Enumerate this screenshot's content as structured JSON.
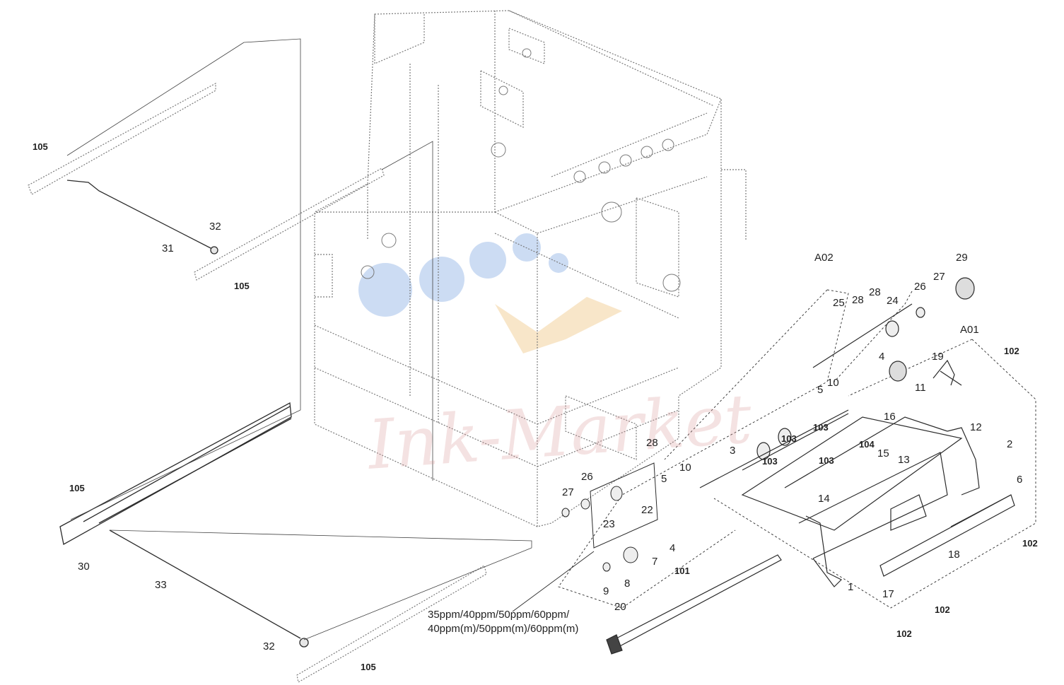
{
  "diagram": {
    "type": "exploded-parts-view",
    "line_color": "#2b2b2b",
    "frame_color": "#7a7a7a",
    "watermark": {
      "text": "Ink-Market",
      "text_color": "#d69696",
      "logo_colors": [
        "#8fb3e6",
        "#f0c98a"
      ]
    },
    "note": {
      "line1": "35ppm/40ppm/50ppm/60ppm/",
      "line2": "40ppm(m)/50ppm(m)/60ppm(m)"
    },
    "callouts": [
      {
        "id": "c105a",
        "text": "105",
        "bold": true
      },
      {
        "id": "c32a",
        "text": "32",
        "bold": false
      },
      {
        "id": "c31",
        "text": "31",
        "bold": false
      },
      {
        "id": "c105b",
        "text": "105",
        "bold": true
      },
      {
        "id": "c105c",
        "text": "105",
        "bold": true
      },
      {
        "id": "c30",
        "text": "30",
        "bold": false
      },
      {
        "id": "c33",
        "text": "33",
        "bold": false
      },
      {
        "id": "c32b",
        "text": "32",
        "bold": false
      },
      {
        "id": "c105d",
        "text": "105",
        "bold": true
      },
      {
        "id": "cA02",
        "text": "A02",
        "bold": false
      },
      {
        "id": "c25",
        "text": "25",
        "bold": false
      },
      {
        "id": "c28a",
        "text": "28",
        "bold": false
      },
      {
        "id": "c28b",
        "text": "28",
        "bold": false
      },
      {
        "id": "c24",
        "text": "24",
        "bold": false
      },
      {
        "id": "c26a",
        "text": "26",
        "bold": false
      },
      {
        "id": "c27a",
        "text": "27",
        "bold": false
      },
      {
        "id": "c29",
        "text": "29",
        "bold": false
      },
      {
        "id": "cA01",
        "text": "A01",
        "bold": false
      },
      {
        "id": "c102a",
        "text": "102",
        "bold": true
      },
      {
        "id": "c19",
        "text": "19",
        "bold": false
      },
      {
        "id": "c4a",
        "text": "4",
        "bold": false
      },
      {
        "id": "c11",
        "text": "11",
        "bold": false
      },
      {
        "id": "c5a",
        "text": "5",
        "bold": false
      },
      {
        "id": "c10a",
        "text": "10",
        "bold": false
      },
      {
        "id": "c16",
        "text": "16",
        "bold": false
      },
      {
        "id": "c103a",
        "text": "103",
        "bold": true
      },
      {
        "id": "c12",
        "text": "12",
        "bold": false
      },
      {
        "id": "c2",
        "text": "2",
        "bold": false
      },
      {
        "id": "c103b",
        "text": "103",
        "bold": true
      },
      {
        "id": "c104",
        "text": "104",
        "bold": true
      },
      {
        "id": "c15",
        "text": "15",
        "bold": false
      },
      {
        "id": "c3",
        "text": "3",
        "bold": false
      },
      {
        "id": "c28c",
        "text": "28",
        "bold": false
      },
      {
        "id": "c103c",
        "text": "103",
        "bold": true
      },
      {
        "id": "c103d",
        "text": "103",
        "bold": true
      },
      {
        "id": "c13",
        "text": "13",
        "bold": false
      },
      {
        "id": "c10b",
        "text": "10",
        "bold": false
      },
      {
        "id": "c6",
        "text": "6",
        "bold": false
      },
      {
        "id": "c5b",
        "text": "5",
        "bold": false
      },
      {
        "id": "c14",
        "text": "14",
        "bold": false
      },
      {
        "id": "c26b",
        "text": "26",
        "bold": false
      },
      {
        "id": "c27b",
        "text": "27",
        "bold": false
      },
      {
        "id": "c22",
        "text": "22",
        "bold": false
      },
      {
        "id": "c23",
        "text": "23",
        "bold": false
      },
      {
        "id": "c4b",
        "text": "4",
        "bold": false
      },
      {
        "id": "c7",
        "text": "7",
        "bold": false
      },
      {
        "id": "c102b",
        "text": "102",
        "bold": true
      },
      {
        "id": "c18",
        "text": "18",
        "bold": false
      },
      {
        "id": "c101",
        "text": "101",
        "bold": true
      },
      {
        "id": "c9",
        "text": "9",
        "bold": false
      },
      {
        "id": "c8",
        "text": "8",
        "bold": false
      },
      {
        "id": "c1",
        "text": "1",
        "bold": false
      },
      {
        "id": "c17",
        "text": "17",
        "bold": false
      },
      {
        "id": "c102c",
        "text": "102",
        "bold": true
      },
      {
        "id": "c20",
        "text": "20",
        "bold": false
      },
      {
        "id": "c102d",
        "text": "102",
        "bold": true
      }
    ]
  }
}
